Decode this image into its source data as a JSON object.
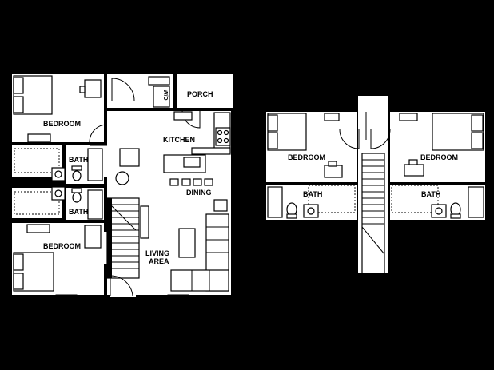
{
  "rooms": {
    "bedroom_upper_left": "BEDROOM",
    "bath_upper": "BATH",
    "bath_lower": "BATH",
    "bedroom_lower_left": "BEDROOM",
    "porch": "PORCH",
    "kitchen": "KITCHEN",
    "dining": "DINING",
    "living_line1": "LIVING",
    "living_line2": "AREA",
    "bedroom_upstairs_left": "BEDROOM",
    "bath_upstairs_left": "BATH",
    "bedroom_upstairs_right": "BEDROOM",
    "bath_upstairs_right": "BATH"
  },
  "appliances": {
    "washer_dryer": "W/D"
  }
}
